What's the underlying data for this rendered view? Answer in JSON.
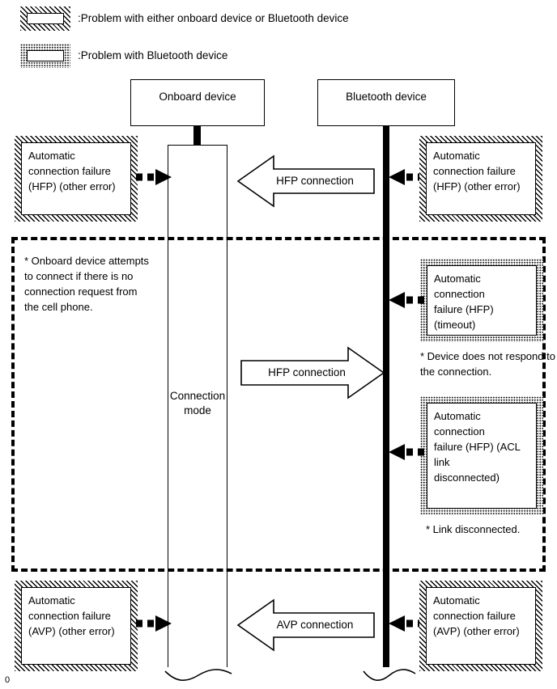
{
  "legend": {
    "items": [
      {
        "swatch": "hatched-box",
        "label": ":Problem with either onboard device or Bluetooth device"
      },
      {
        "swatch": "dotted-box",
        "label": ":Problem with Bluetooth device"
      }
    ]
  },
  "headers": {
    "onboard": "Onboard device",
    "bluetooth": "Bluetooth device"
  },
  "lifeline": {
    "connection_mode": "Connection\nmode"
  },
  "sections": {
    "top": {
      "left_box": "Automatic\nconnection failure\n(HFP) (other error)",
      "arrow_label": "HFP connection",
      "arrow_direction": "left",
      "right_box": "Automatic\nconnection failure\n(HFP) (other error)"
    },
    "middle": {
      "left_note": "* Onboard device attempts\nto connect if there is no\nconnection request from\nthe cell phone.",
      "arrow_label": "HFP connection",
      "arrow_direction": "right",
      "timeout_box": "Automatic connection\nfailure (HFP) (timeout)",
      "timeout_note": "* Device does not respond to\nthe connection.",
      "acl_box": "Automatic connection\nfailure (HFP) (ACL link\ndisconnected)",
      "acl_note": "* Link disconnected."
    },
    "bottom": {
      "left_box": "Automatic\nconnection failure\n(AVP) (other error)",
      "arrow_label": "AVP connection",
      "arrow_direction": "left",
      "right_box": "Automatic\nconnection failure\n(AVP) (other error)"
    }
  },
  "corner_mark": "0",
  "colors": {
    "stroke": "#000000",
    "background": "#ffffff"
  }
}
